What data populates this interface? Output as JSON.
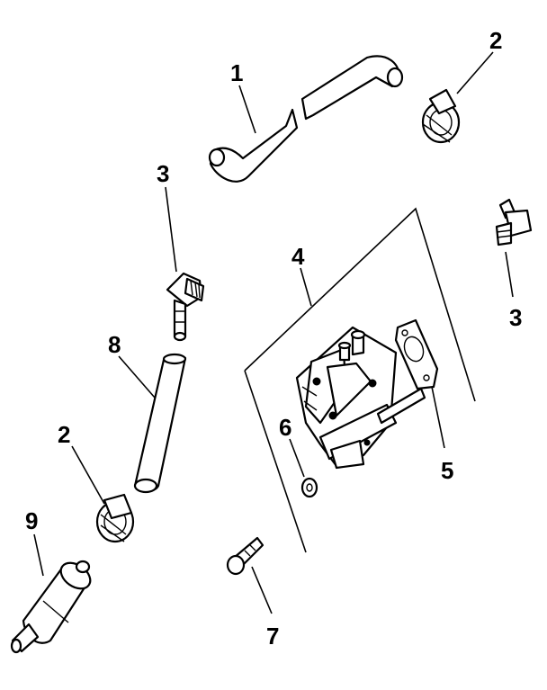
{
  "diagram": {
    "callouts": [
      {
        "id": "c1",
        "label": "1"
      },
      {
        "id": "c2a",
        "label": "2"
      },
      {
        "id": "c2b",
        "label": "2"
      },
      {
        "id": "c3a",
        "label": "3"
      },
      {
        "id": "c3b",
        "label": "3"
      },
      {
        "id": "c4",
        "label": "4"
      },
      {
        "id": "c5",
        "label": "5"
      },
      {
        "id": "c6",
        "label": "6"
      },
      {
        "id": "c7",
        "label": "7"
      },
      {
        "id": "c8",
        "label": "8"
      },
      {
        "id": "c9",
        "label": "9"
      }
    ]
  }
}
